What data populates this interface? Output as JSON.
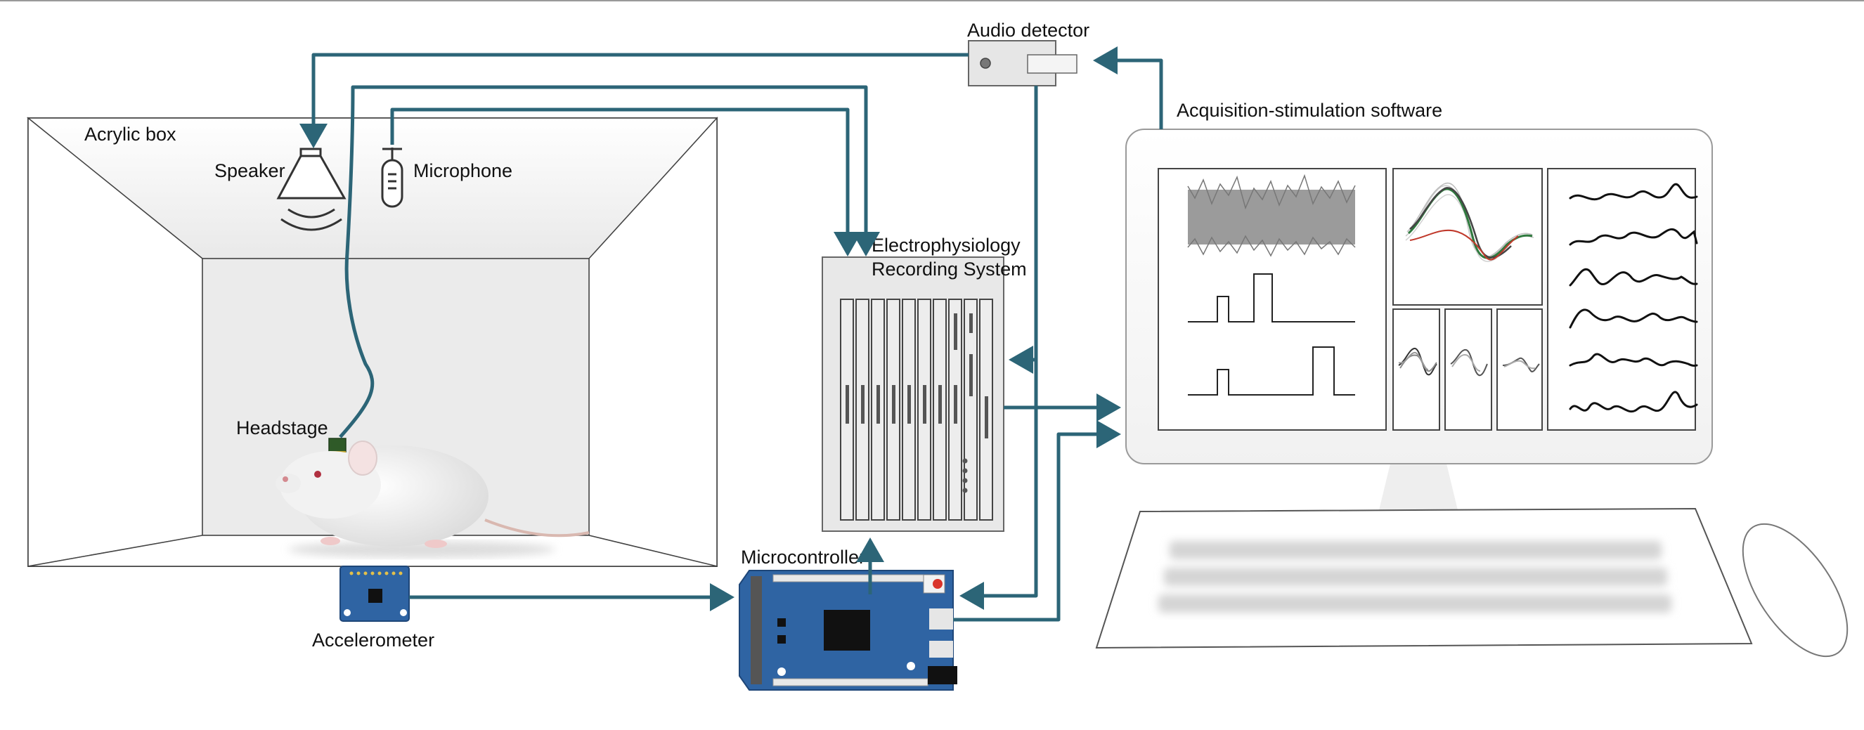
{
  "labels": {
    "acrylic_box": "Acrylic box",
    "speaker": "Speaker",
    "microphone": "Microphone",
    "headstage": "Headstage",
    "accelerometer": "Accelerometer",
    "audio_detector": "Audio detector",
    "ephys_line1": "Electrophysiology",
    "ephys_line2": "Recording System",
    "microcontroller": "Microcontroller",
    "software": "Acquisition-stimulation software"
  },
  "colors": {
    "wire": "#2c6577",
    "board": "#2f64a3",
    "outline": "#333333",
    "trace": "#111111",
    "raw_signal": "#7f7f7f"
  },
  "icons": {
    "speaker": "speaker-icon",
    "microphone": "microphone-icon",
    "mouse": "lab-mouse-image",
    "keyboard": "keyboard-icon",
    "computer_mouse": "computer-mouse-icon"
  }
}
